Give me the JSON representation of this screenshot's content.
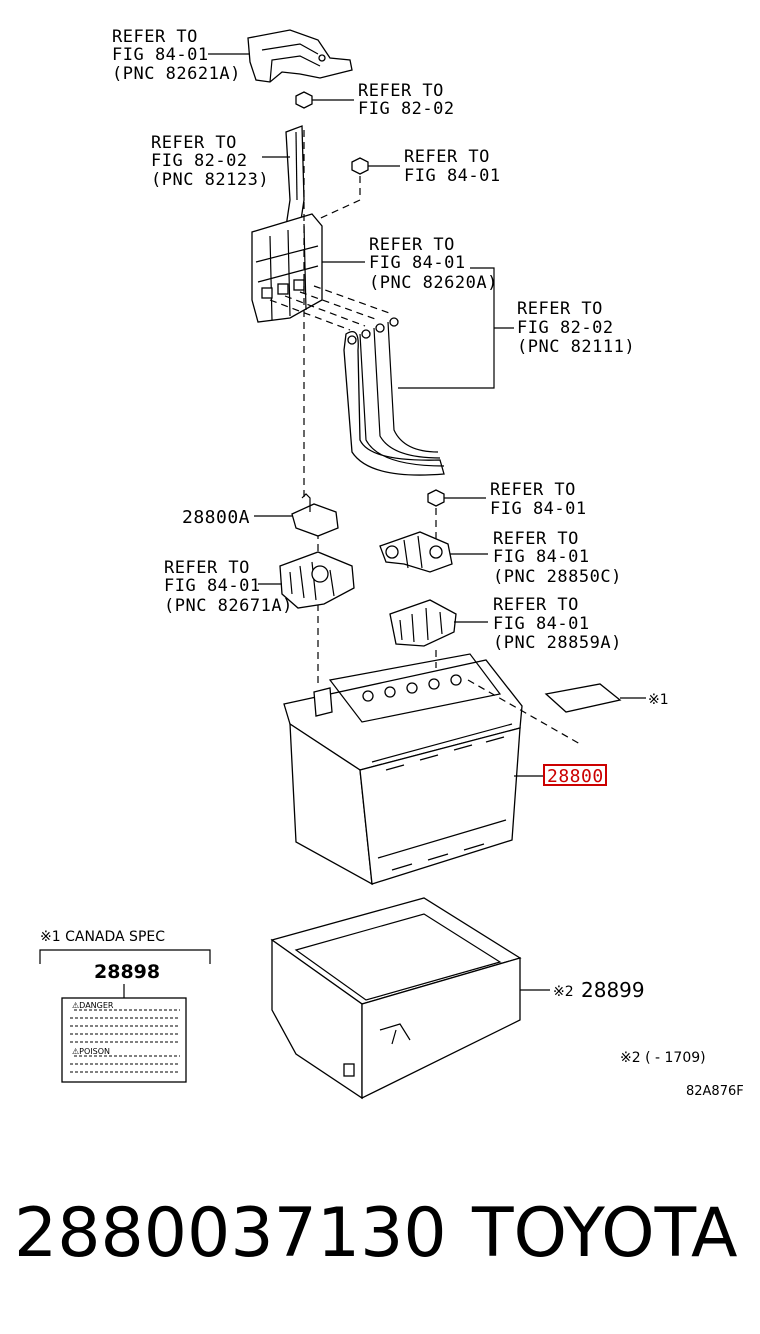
{
  "refs": {
    "r1": [
      "REFER TO",
      "FIG 84-01",
      "(PNC 82621A)"
    ],
    "r2": [
      "REFER TO",
      "FIG 82-02"
    ],
    "r3": [
      "REFER TO",
      "FIG 82-02",
      "(PNC 82123)"
    ],
    "r4": [
      "REFER TO",
      "FIG 84-01"
    ],
    "r5": [
      "REFER TO",
      "FIG 84-01",
      "(PNC 82620A)"
    ],
    "r6": [
      "REFER TO",
      "FIG 82-02",
      "(PNC 82111)"
    ],
    "r7": [
      "REFER TO",
      "FIG 84-01"
    ],
    "r8": [
      "REFER TO",
      "FIG 84-01",
      "(PNC 28850C)"
    ],
    "r9": [
      "REFER TO",
      "FIG 84-01",
      "(PNC 82671A)"
    ],
    "r10": [
      "REFER TO",
      "FIG 84-01",
      "(PNC 28859A)"
    ]
  },
  "parts": {
    "p28800A": "28800A",
    "p28800": "28800",
    "p28899": "28899",
    "mark2": "※2",
    "mark1": "※1",
    "note2": "※2 (    - 1709)",
    "diagram_code": "82A876F"
  },
  "canada_box": {
    "header": "※1 CANADA SPEC",
    "part": "28898",
    "label_danger": "⚠DANGER",
    "label_poison": "⚠POISON"
  },
  "footer": {
    "part_number": "2880037130",
    "brand": "TOYOTA"
  },
  "colors": {
    "highlight": "#cc0000"
  }
}
